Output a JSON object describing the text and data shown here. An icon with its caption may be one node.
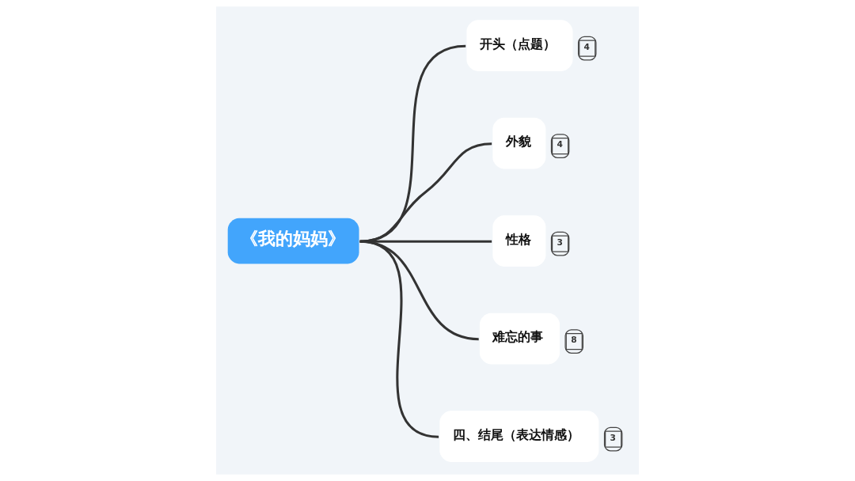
{
  "diagram": {
    "nodes": [
      {
        "text": [
          "《我的妈妈》"
        ]
      },
      {
        "text": [
          "开头（点题）"
        ],
        "beside": [
          "4"
        ]
      },
      {
        "text": [
          "外貌"
        ],
        "beside": [
          "4"
        ]
      },
      {
        "text": [
          "性格"
        ],
        "beside": [
          "3"
        ]
      },
      {
        "text": [
          "难忘的事"
        ],
        "beside": [
          "8"
        ]
      },
      {
        "text": [
          "四、结尾（表达情感）"
        ],
        "beside": [
          "3"
        ]
      }
    ],
    "edges": [
      {
        "from": 0,
        "to": 1,
        "arrow": "none"
      },
      {
        "from": 0,
        "to": 2,
        "arrow": "none"
      },
      {
        "from": 0,
        "to": 3,
        "arrow": "none"
      },
      {
        "from": 0,
        "to": 4,
        "arrow": "none"
      },
      {
        "from": 0,
        "to": 5,
        "arrow": "none"
      }
    ]
  }
}
